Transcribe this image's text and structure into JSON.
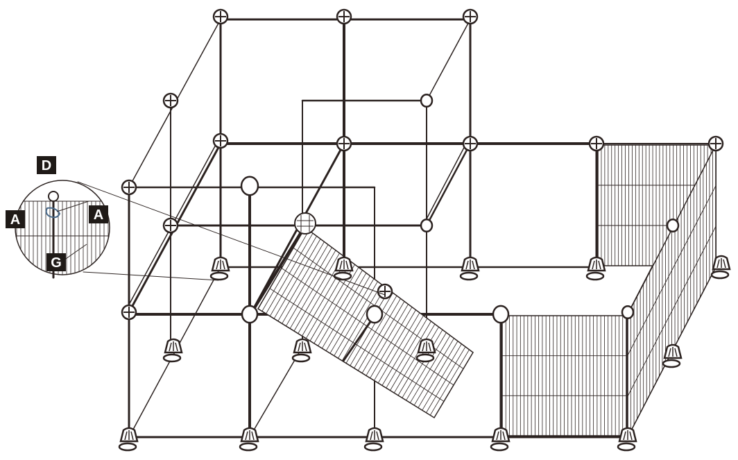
{
  "diagram": {
    "labels": {
      "d": "D",
      "a_left": "A",
      "a_right": "A",
      "g": "G"
    },
    "colors": {
      "frame": "#2b2220",
      "label_bg": "#1f1a17",
      "label_text": "#ffffff",
      "clip": "#4a6a8a"
    }
  }
}
